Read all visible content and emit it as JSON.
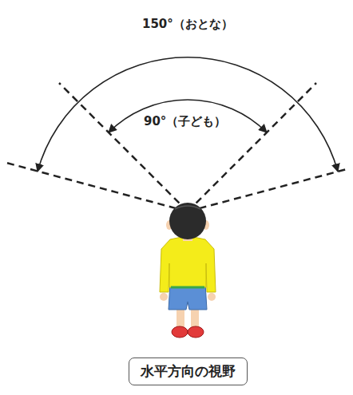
{
  "diagram": {
    "nodes": [
      {
        "text": [
          "水平方向の視野"
        ]
      }
    ],
    "labels": [
      "150°（おとな）",
      "90°（子ども）"
    ]
  }
}
